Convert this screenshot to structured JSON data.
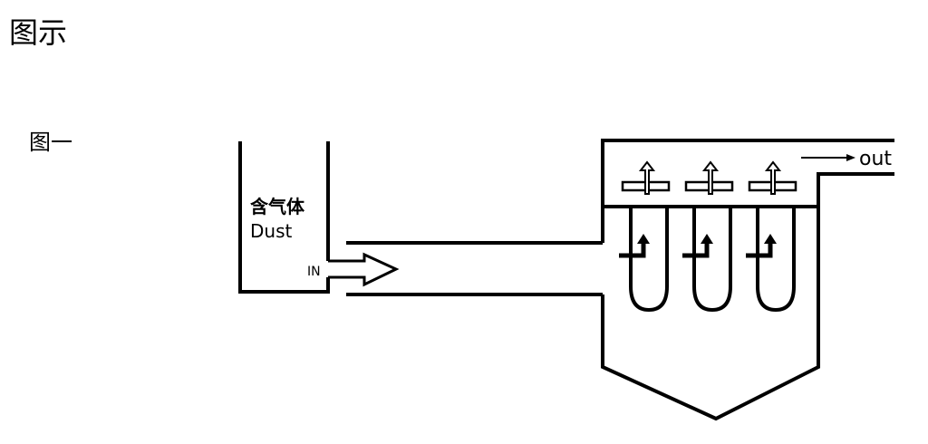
{
  "page": {
    "heading": "图示"
  },
  "figure": {
    "label": "图一",
    "tank_label_cn": "含气体",
    "tank_label_en": "Dust",
    "inlet_label": "IN",
    "outlet_label": "out",
    "filter_count": 3,
    "line_color": "#000000"
  }
}
